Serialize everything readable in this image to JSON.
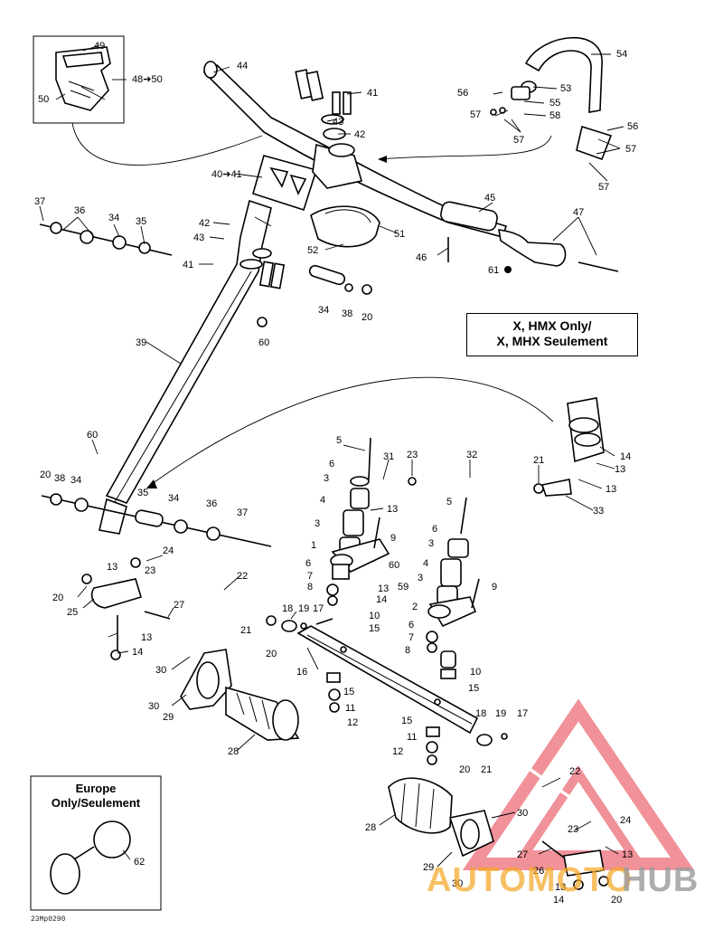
{
  "panels": {
    "models_note": "X, HMX Only/\nX, MHX Seulement",
    "europe_note": "Europe\nOnly/Seulement"
  },
  "drawing_code": "23Mp0290",
  "watermark": {
    "text_a": "AUTOMOTO",
    "text_b": "HUB",
    "color_a": "#f5a623",
    "color_b": "#9b9b9b",
    "logo_color": "#e63946"
  },
  "labels": {
    "l44": "44",
    "l41a": "41",
    "l43a": "43",
    "l42a": "42",
    "l54": "54",
    "l53": "53",
    "l56a": "56",
    "l55": "55",
    "l57a": "57",
    "l58": "58",
    "l56b": "56",
    "l57b": "57",
    "l57c": "57",
    "l57d": "57",
    "l49": "49",
    "l48": "48➔50",
    "l50": "50",
    "l40": "40➔41",
    "l37a": "37",
    "l36a": "36",
    "l34a": "34",
    "l35a": "35",
    "l42b": "42",
    "l43b": "43",
    "l41b": "41",
    "l51": "51",
    "l52": "52",
    "l45": "45",
    "l47": "47",
    "l46": "46",
    "l61": "61",
    "l34b": "34",
    "l38a": "38",
    "l20a": "20",
    "l60a": "60",
    "l39": "39",
    "l60b": "60",
    "l20b": "20",
    "l38b": "38",
    "l34c": "34",
    "l35b": "35",
    "l34d": "34",
    "l36b": "36",
    "l37b": "37",
    "l5a": "5",
    "l31": "31",
    "l23a": "23",
    "l32": "32",
    "l21a": "21",
    "l14a": "14",
    "l13a": "13",
    "l13b": "13",
    "l33": "33",
    "l6a": "6",
    "l3a": "3",
    "l13c": "13",
    "l4a": "4",
    "l3b": "3",
    "l9a": "9",
    "l5b": "5",
    "l6b": "6",
    "l3c": "3",
    "l4b": "4",
    "l1": "1",
    "l6c": "6",
    "l7a": "7",
    "l8a": "8",
    "l60c": "60",
    "l3d": "3",
    "l59": "59",
    "l13d": "13",
    "l14b": "14",
    "l9b": "9",
    "l2": "2",
    "l10a": "10",
    "l15a": "15",
    "l6d": "6",
    "l7b": "7",
    "l8b": "8",
    "l10b": "10",
    "l15b": "15",
    "l24a": "24",
    "l13e": "13",
    "l23b": "23",
    "l22a": "22",
    "l20c": "20",
    "l25": "25",
    "l27a": "27",
    "l13f": "13",
    "l14c": "14",
    "l18a": "18",
    "l19a": "19",
    "l17a": "17",
    "l21b": "21",
    "l20d": "20",
    "l16": "16",
    "l15c": "15",
    "l11a": "11",
    "l12a": "12",
    "l30a": "30",
    "l30b": "30",
    "l29a": "29",
    "l28a": "28",
    "l18b": "18",
    "l19b": "19",
    "l17b": "17",
    "l15d": "15",
    "l11b": "11",
    "l12b": "12",
    "l20e": "20",
    "l21c": "21",
    "l22b": "22",
    "l30c": "30",
    "l28b": "28",
    "l23c": "23",
    "l24b": "24",
    "l27b": "27",
    "l13g": "13",
    "l29b": "29",
    "l30d": "30",
    "l26": "26",
    "l13h": "13",
    "l14d": "14",
    "l20f": "20",
    "l62": "62"
  }
}
